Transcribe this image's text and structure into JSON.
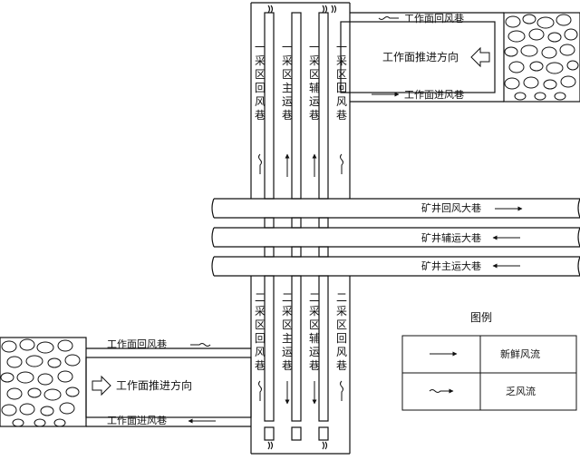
{
  "upper_panel": {
    "return_road": "工作面回风巷",
    "intake_road": "工作面进风巷",
    "advance_direction": "工作面推进方向",
    "roadway_labels": [
      "一采区回风巷",
      "一采区主运巷",
      "一采区辅运巷",
      "一采区回风巷"
    ]
  },
  "lower_panel": {
    "return_road": "工作面回风巷",
    "intake_road": "工作面进风巷",
    "advance_direction": "工作面推进方向",
    "roadway_labels": [
      "二采区回风巷",
      "二采区主运巷",
      "二采区辅运巷",
      "二采区回风巷"
    ]
  },
  "main_roads": {
    "return": "矿井回风大巷",
    "auxiliary": "矿井辅运大巷",
    "main_haulage": "矿井主运大巷"
  },
  "legend": {
    "title": "图例",
    "fresh_air": "新鲜风流",
    "stale_air": "乏风流"
  },
  "icons": {
    "fresh_air": "straight-arrow-icon",
    "stale_air": "wavy-arrow-icon",
    "advance": "hollow-arrow-icon",
    "rock": "rock-hatch-icon"
  },
  "colors": {
    "line": "#111111",
    "background": "#ffffff"
  }
}
